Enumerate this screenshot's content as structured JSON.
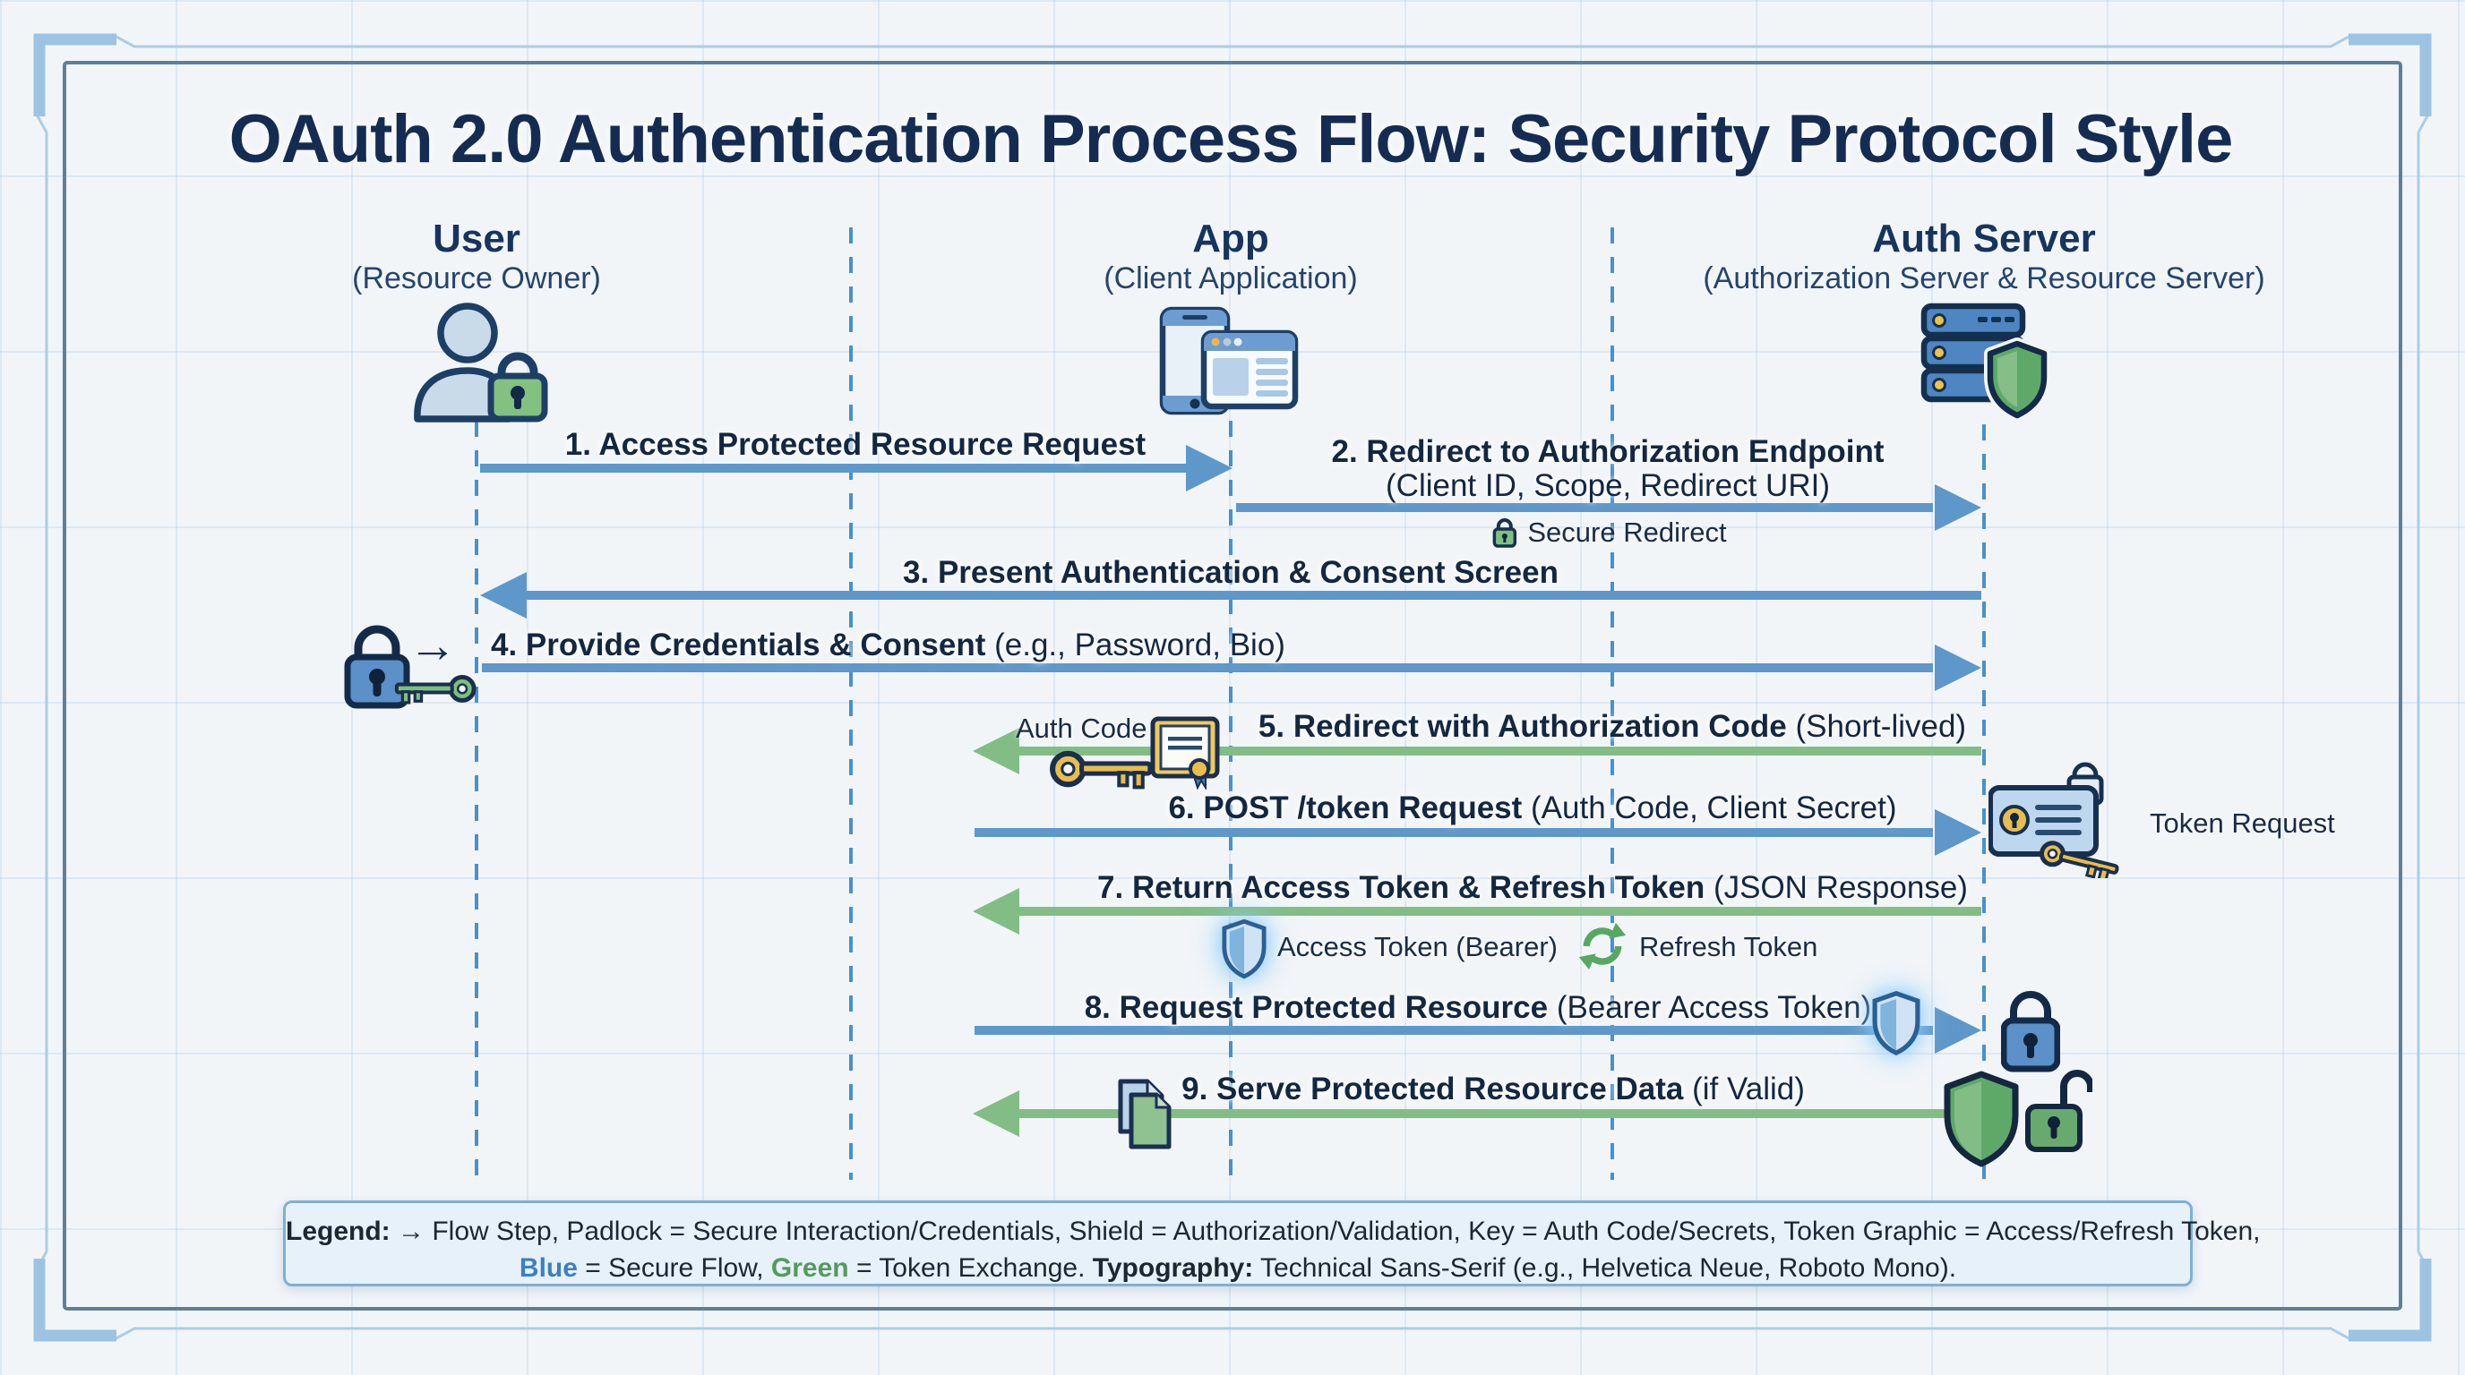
{
  "title": "OAuth 2.0 Authentication Process Flow: Security Protocol Style",
  "participants": [
    {
      "name": "User",
      "subtitle": "(Resource Owner)"
    },
    {
      "name": "App",
      "subtitle": "(Client Application)"
    },
    {
      "name": "Auth Server",
      "subtitle": "(Authorization Server & Resource Server)"
    }
  ],
  "steps": [
    {
      "label": "1. Access Protected Resource Request",
      "detail": ""
    },
    {
      "label": "2. Redirect to Authorization Endpoint",
      "detail": "(Client ID, Scope, Redirect URI)"
    },
    {
      "label": "3. Present Authentication & Consent Screen",
      "detail": ""
    },
    {
      "label": "4. Provide Credentials & Consent",
      "detail": "(e.g., Password, Bio)"
    },
    {
      "label": "5. Redirect with Authorization Code",
      "detail": "(Short-lived)"
    },
    {
      "label": "6. POST /token Request",
      "detail": "(Auth Code, Client Secret)"
    },
    {
      "label": "7. Return Access Token & Refresh Token",
      "detail": "(JSON Response)"
    },
    {
      "label": "8. Request Protected Resource",
      "detail": "(Bearer Access Token)"
    },
    {
      "label": "9. Serve Protected Resource Data",
      "detail": "(if Valid)"
    }
  ],
  "notes": {
    "secure_redirect": "Secure Redirect",
    "auth_code": "Auth Code",
    "token_request": "Token Request",
    "access_token": "Access Token (Bearer)",
    "refresh_token": "Refresh Token",
    "arrow_glyph": "→"
  },
  "legend": {
    "heading": "Legend:",
    "line1_rest": "→ Flow Step, Padlock = Secure Interaction/Credentials, Shield = Authorization/Validation, Key = Auth Code/Secrets, Token Graphic = Access/Refresh Token,",
    "blue_word": "Blue",
    "after_blue": "= Secure Flow,",
    "green_word": "Green",
    "after_green": "= Token Exchange.",
    "typography_heading": "Typography:",
    "typography_rest": "Technical Sans-Serif (e.g., Helvetica Neue, Roboto Mono)."
  },
  "colors": {
    "flow_blue": "#5e97c9",
    "flow_green": "#82bd85",
    "lifeline": "#4a90c9",
    "navy": "#15294a",
    "title_navy": "#152c52",
    "header_navy": "#17345d",
    "legend_blue": "#3f7fc1",
    "legend_green": "#559a5f",
    "frame_light": "#a9cee7",
    "frame_dark": "#5d7f9c"
  }
}
